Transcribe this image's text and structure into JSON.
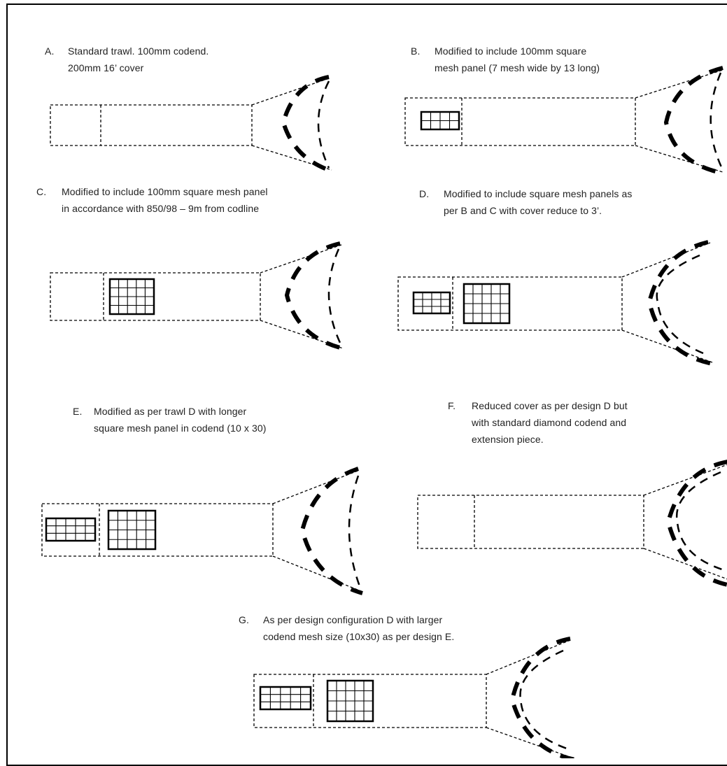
{
  "figure": {
    "designs": [
      {
        "id": "A",
        "label": "A.",
        "lines": [
          "Standard trawl. 100mm codend.",
          "200mm 16’ cover"
        ]
      },
      {
        "id": "B",
        "label": "B.",
        "lines": [
          "Modified to include 100mm square",
          "mesh panel (7 mesh wide by 13 long)"
        ]
      },
      {
        "id": "C",
        "label": "C.",
        "lines": [
          "Modified to include 100mm square mesh panel",
          "in accordance with 850/98 – 9m from codline"
        ]
      },
      {
        "id": "D",
        "label": "D.",
        "lines": [
          "Modified to include square mesh panels as",
          "per B and C with cover reduce to 3’."
        ]
      },
      {
        "id": "E",
        "label": "E.",
        "lines": [
          "Modified as per trawl D with longer",
          "square mesh panel in codend (10 x 30)"
        ]
      },
      {
        "id": "F",
        "label": "F.",
        "lines": [
          "Reduced cover as per design D but",
          "with standard diamond codend and",
          "extension piece."
        ]
      },
      {
        "id": "G",
        "label": "G.",
        "lines": [
          "As per design configuration D with larger",
          "codend mesh size (10x30) as per design E."
        ]
      }
    ]
  }
}
